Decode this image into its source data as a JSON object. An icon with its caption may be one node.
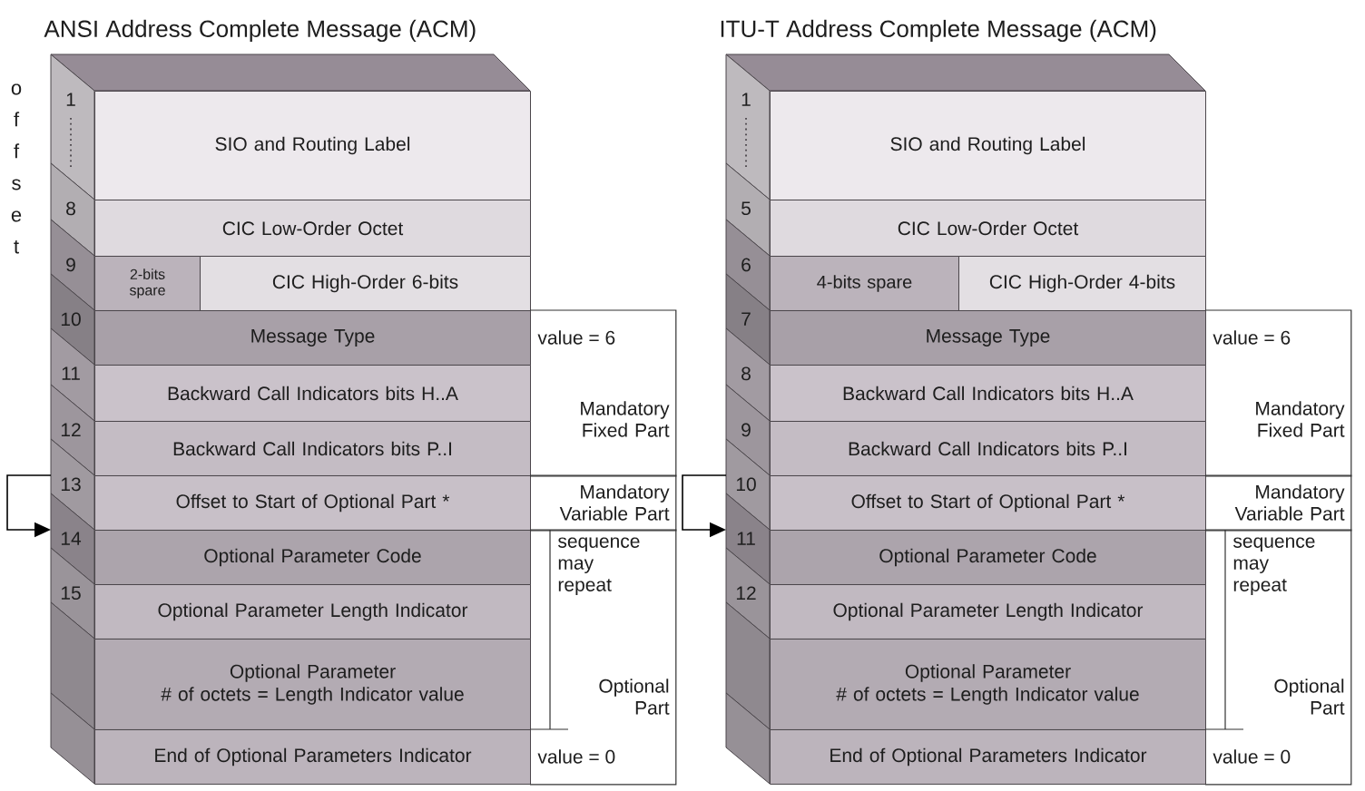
{
  "diagram": {
    "nodes": [
      {
        "text": [
          "SIO and Routing Label"
        ]
      },
      {
        "text": [
          "CIC Low-Order Octet"
        ]
      },
      {
        "text": [
          "2-bits spare"
        ]
      },
      {
        "text": [
          "CIC High-Order 6-bits"
        ]
      },
      {
        "text": [
          "Message Type"
        ]
      },
      {
        "text": [
          "Backward Call Indicators bits H..A"
        ]
      },
      {
        "text": [
          "Backward Call Indicators bits P..I"
        ]
      },
      {
        "text": [
          "Offset to Start of Optional Part *"
        ]
      },
      {
        "text": [
          "Optional Parameter Code"
        ]
      },
      {
        "text": [
          "Optional Parameter Length Indicator"
        ]
      },
      {
        "text": [
          "Optional Parameter",
          "# of octets = Length Indicator value"
        ]
      },
      {
        "text": [
          "End of Optional Parameters Indicator"
        ]
      },
      {
        "text": [
          "value = 6",
          "Mandatory Fixed Part"
        ]
      },
      {
        "text": [
          "Mandatory Variable Part"
        ]
      },
      {
        "text": [
          "sequence may repeat",
          "Optional Part",
          "value = 0"
        ]
      },
      {
        "text": [
          "SIO and Routing Label"
        ]
      },
      {
        "text": [
          "CIC Low-Order Octet"
        ]
      },
      {
        "text": [
          "4-bits spare"
        ]
      },
      {
        "text": [
          "CIC High-Order 4-bits"
        ]
      },
      {
        "text": [
          "Message Type"
        ]
      },
      {
        "text": [
          "Backward Call Indicators bits H..A"
        ]
      },
      {
        "text": [
          "Backward Call Indicators bits P..I"
        ]
      },
      {
        "text": [
          "Offset to Start of Optional Part *"
        ]
      },
      {
        "text": [
          "Optional Parameter Code"
        ]
      },
      {
        "text": [
          "Optional Parameter Length Indicator"
        ]
      },
      {
        "text": [
          "Optional Parameter",
          "# of octets = Length Indicator value"
        ]
      },
      {
        "text": [
          "End of Optional Parameters Indicator"
        ]
      },
      {
        "text": [
          "value = 6",
          "Mandatory Fixed Part"
        ]
      },
      {
        "text": [
          "Mandatory Variable Part"
        ]
      },
      {
        "text": [
          "sequence may repeat",
          "Optional Part",
          "value = 0"
        ]
      }
    ],
    "edges": [
      {
        "from": 7,
        "to": 8,
        "arrow": "to"
      },
      {
        "from": 22,
        "to": 23,
        "arrow": "to"
      }
    ],
    "labels": [
      "ANSI Address Complete Message (ACM)",
      "ITU-T Address Complete Message (ACM)",
      "offset",
      "1",
      "8",
      "9",
      "10",
      "11",
      "12",
      "13",
      "14",
      "15",
      "1",
      "5",
      "6",
      "7",
      "8",
      "9",
      "10",
      "11",
      "12"
    ]
  }
}
